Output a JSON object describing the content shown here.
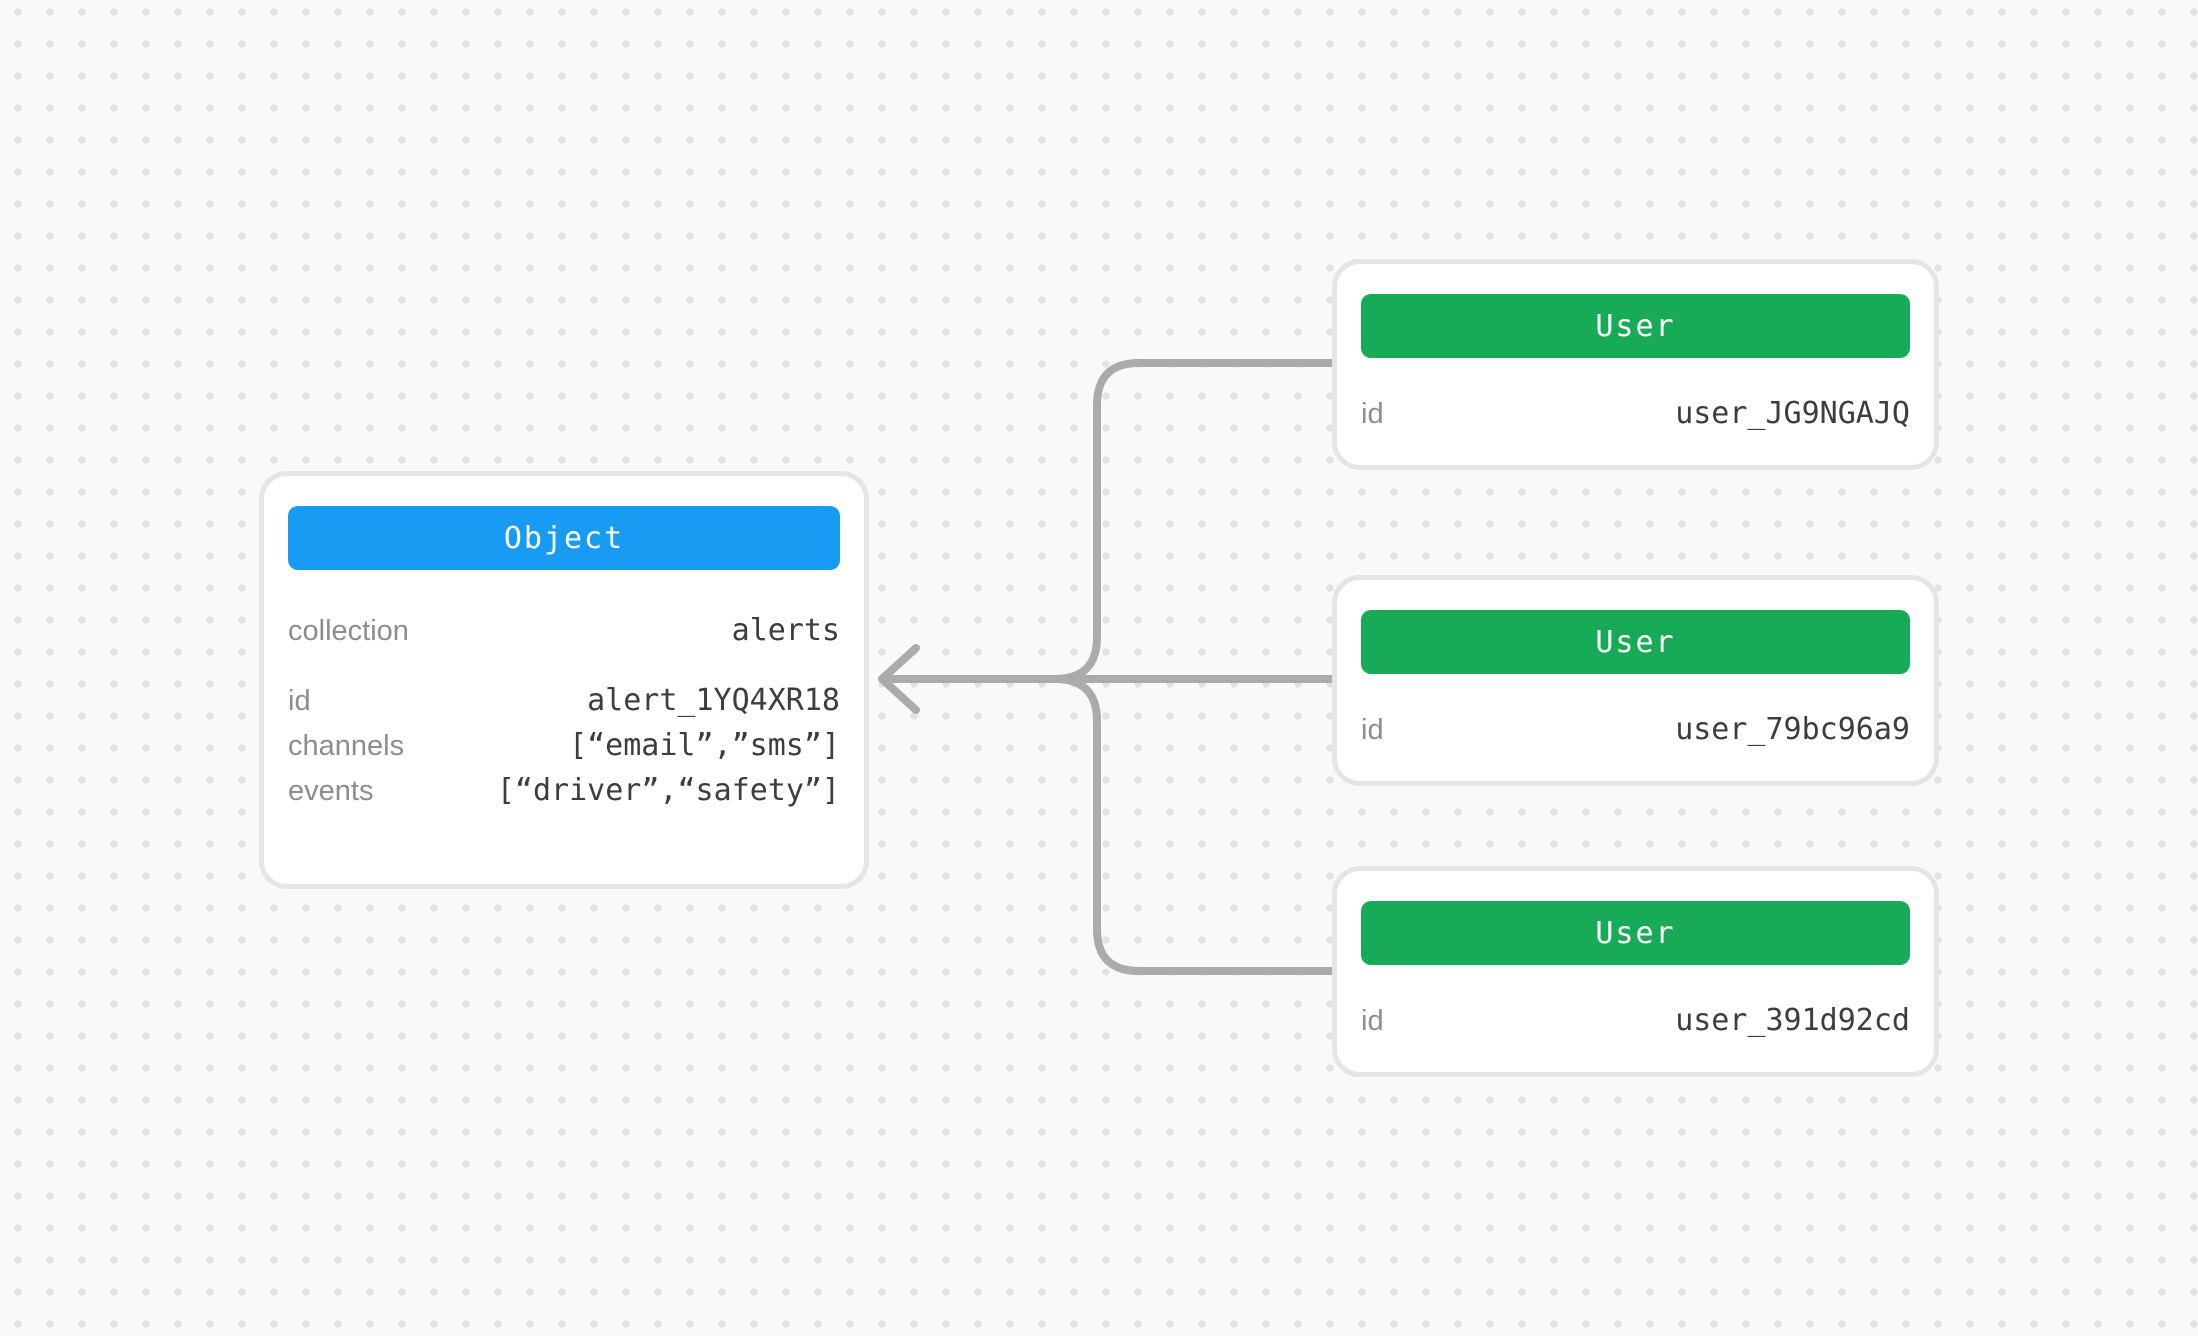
{
  "colors": {
    "canvas_bg": "#f9f9f9",
    "dot": "#e3e3e3",
    "card_border": "#e5e5e5",
    "object_accent": "#189bf2",
    "user_accent": "#17ab57",
    "connector": "#ababab",
    "label_text": "#8d8d8d",
    "value_text": "#3d3d3d",
    "header_text": "#ffffff"
  },
  "object_card": {
    "title": "Object",
    "rows": [
      {
        "label": "collection",
        "value": "alerts"
      },
      {
        "label": "id",
        "value": "alert_1YQ4XR18"
      },
      {
        "label": "channels",
        "value": "[“email”,”sms”]"
      },
      {
        "label": "events",
        "value": "[“driver”,“safety”]"
      }
    ]
  },
  "user_cards": [
    {
      "title": "User",
      "rows": [
        {
          "label": "id",
          "value": "user_JG9NGAJQ"
        }
      ]
    },
    {
      "title": "User",
      "rows": [
        {
          "label": "id",
          "value": "user_79bc96a9"
        }
      ]
    },
    {
      "title": "User",
      "rows": [
        {
          "label": "id",
          "value": "user_391d92cd"
        }
      ]
    }
  ],
  "connector": {
    "direction": "left",
    "from": "user_cards",
    "to": "object_card"
  }
}
